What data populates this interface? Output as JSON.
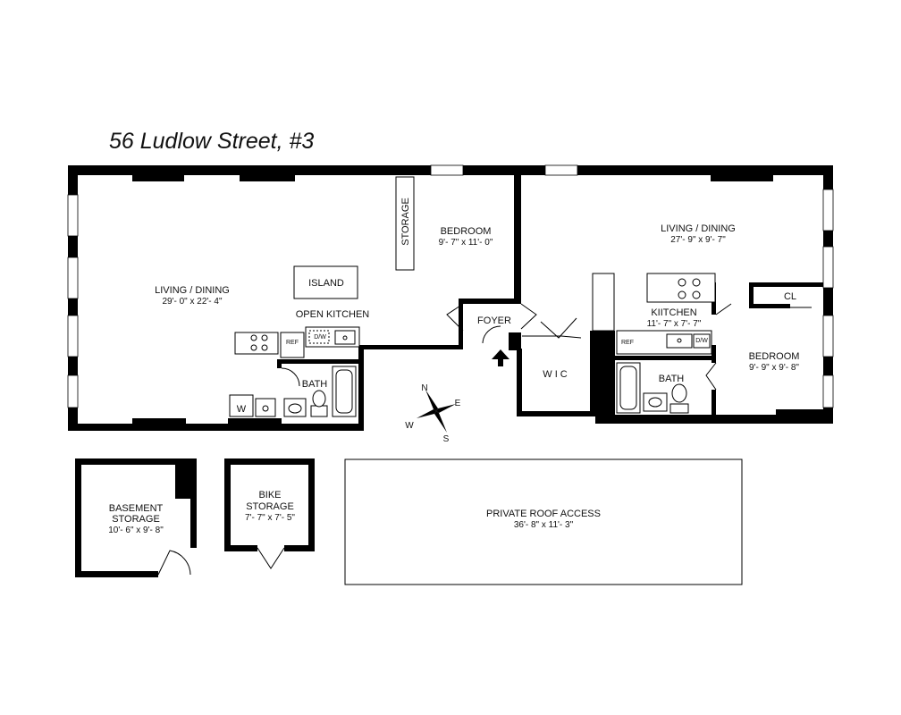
{
  "title": "56 Ludlow Street, #3",
  "rooms": {
    "living_left": {
      "label": "LIVING / DINING",
      "dims": "29'- 0\" x 22'- 4\""
    },
    "bedroom_top": {
      "label": "BEDROOM",
      "dims": "9'- 7\" x 11'- 0\""
    },
    "storage": {
      "label": "STORAGE"
    },
    "island": {
      "label": "ISLAND"
    },
    "open_kitchen": {
      "label": "OPEN KITCHEN"
    },
    "bath_left": {
      "label": "BATH"
    },
    "foyer": {
      "label": "FOYER"
    },
    "wic": {
      "label": "W I C"
    },
    "living_right": {
      "label": "LIVING / DINING",
      "dims": "27'- 9\" x 9'- 7\""
    },
    "kitchen_right": {
      "label": "KIITCHEN",
      "dims": "11'- 7\" x 7'- 7\""
    },
    "bath_right": {
      "label": "BATH"
    },
    "closet": {
      "label": "CL"
    },
    "bedroom_right": {
      "label": "BEDROOM",
      "dims": "9'- 9\" x 9'- 8\""
    },
    "basement": {
      "label_line1": "BASEMENT",
      "label_line2": "STORAGE",
      "dims": "10'- 6\" x 9'- 8\""
    },
    "bike": {
      "label_line1": "BIKE",
      "label_line2": "STORAGE",
      "dims": "7'- 7\" x 7'- 5\""
    },
    "roof": {
      "label": "PRIVATE ROOF ACCESS",
      "dims": "36'- 8\" x 11'- 3\""
    }
  },
  "fixtures": {
    "ref": "REF",
    "dw": "D/W",
    "washer": "W"
  },
  "compass": {
    "n": "N",
    "e": "E",
    "s": "S",
    "w": "W"
  }
}
